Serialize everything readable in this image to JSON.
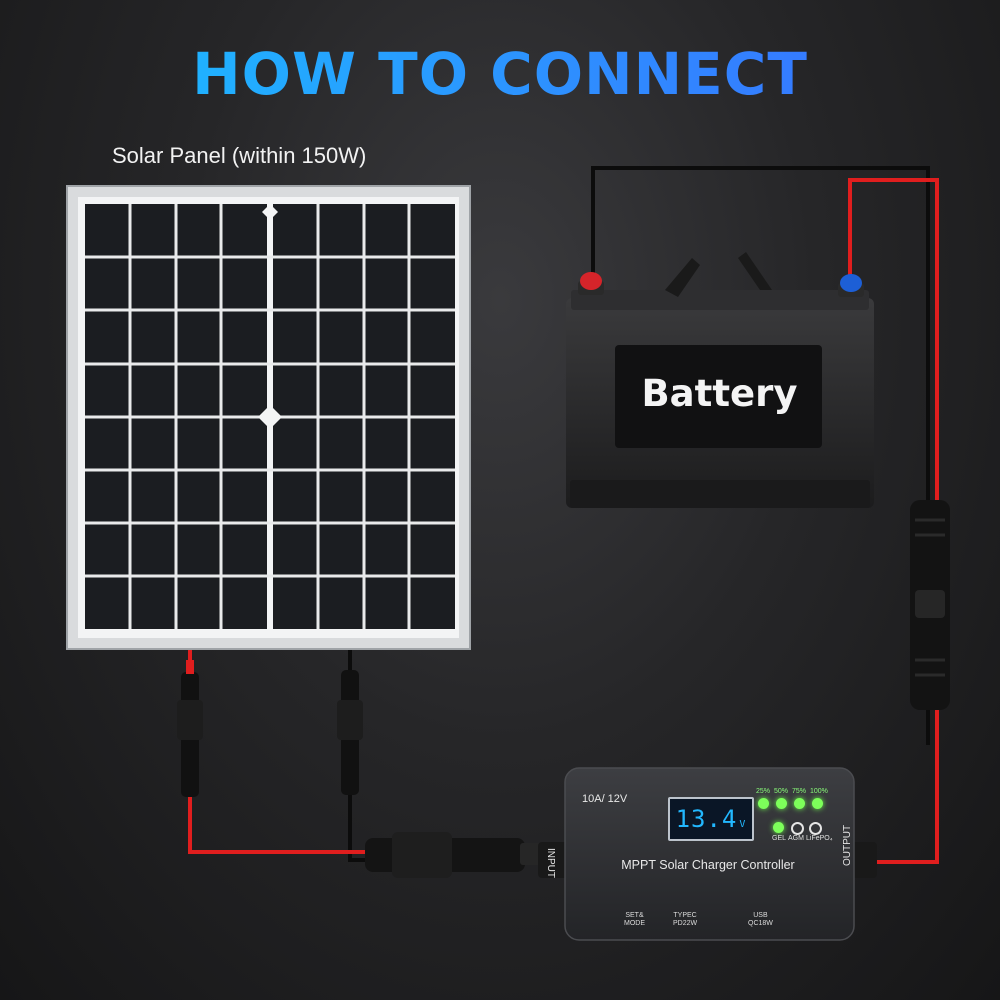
{
  "title": "HOW TO CONNECT",
  "solar_panel": {
    "label": "Solar Panel (within 150W)"
  },
  "battery": {
    "label": "Battery"
  },
  "controller": {
    "spec": "10A/ 12V",
    "display": "13.4",
    "display_unit": "V",
    "levels": [
      "25%",
      "50%",
      "75%",
      "100%"
    ],
    "battery_types": [
      "GEL",
      "AGM",
      "LiFePO₄"
    ],
    "name": "MPPT Solar Charger Controller",
    "input_label": "INPUT",
    "output_label": "OUTPUT",
    "ports": [
      {
        "line1": "SET&",
        "line2": "MODE"
      },
      {
        "line1": "TYPEC",
        "line2": "PD22W"
      },
      {
        "line1": "USB",
        "line2": "QC18W"
      }
    ]
  },
  "colors": {
    "title_start": "#19c3ff",
    "title_end": "#3a6cff",
    "positive_wire": "#e01e1e",
    "negative_wire": "#0c0c0c",
    "led_green": "#7dff5a",
    "lcd_digits": "#22b8ff"
  }
}
